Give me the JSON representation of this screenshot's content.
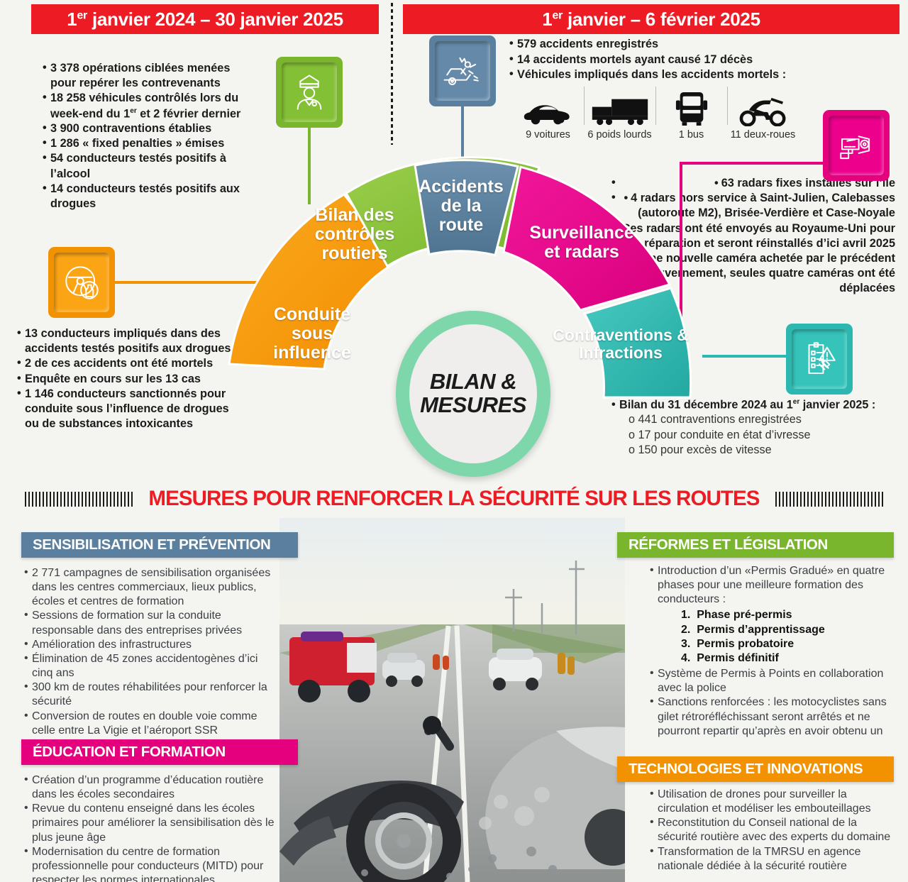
{
  "banners": {
    "left": "1er janvier 2024 – 30 janvier 2025",
    "right": "1er janvier – 6 février 2025"
  },
  "controls_list": [
    "3 378 opérations ciblées menées pour repérer les contrevenants",
    "18 258 véhicules contrôlés lors du week-end du 1er et 2 février dernier",
    "3 900 contraventions établies",
    "1 286 « fixed penalties » émises",
    "54 conducteurs testés positifs à l’alcool",
    "14 conducteurs testés positifs aux drogues"
  ],
  "drugs_list": [
    "13 conducteurs impliqués dans des accidents testés positifs aux drogues",
    "2 de ces accidents ont été mortels",
    "Enquête en cours sur les 13 cas",
    "1 146 conducteurs sanctionnés pour conduite sous l’influence de drogues ou de substances intoxicantes"
  ],
  "accidents_list": [
    "579 accidents enregistrés",
    "14 accidents mortels ayant causé 17 décès",
    "Véhicules impliqués dans les accidents mortels :"
  ],
  "vehicles": [
    {
      "icon": "car-icon",
      "label": "9 voitures"
    },
    {
      "icon": "truck-icon",
      "label": "6 poids lourds"
    },
    {
      "icon": "bus-icon",
      "label": "1 bus"
    },
    {
      "icon": "scooter-icon",
      "label": "11 deux-roues"
    }
  ],
  "radars_list": [
    "63 radars fixes installés sur l’île",
    "4 radars hors service à Saint-Julien, Calebasses (autoroute M2), Brisée-Verdière et Case-Noyale",
    "Ces radars ont été envoyés au Royaume-Uni pour réparation et seront réinstallés d’ici avril 2025",
    "Aucune nouvelle caméra achetée par le précédent gouvernement, seules quatre caméras ont été déplacées"
  ],
  "contraventions": {
    "heading": "Bilan du 31 décembre 2024 au 1er janvier 2025 :",
    "items": [
      "o 441 contraventions enregistrées",
      "o 17 pour conduite en état d’ivresse",
      "o 150 pour excès de vitesse"
    ]
  },
  "wheel": {
    "hub": "BILAN & MESURES",
    "segments": [
      {
        "name": "accidents",
        "label": "Accidents\nde la\nroute",
        "color": "#5b7f9e"
      },
      {
        "name": "controles",
        "label": "Bilan des\ncontrôles\nroutiers",
        "color": "#8cc63f"
      },
      {
        "name": "conduite",
        "label": "Conduite\nsous\ninfluence",
        "color": "#f7941e"
      },
      {
        "name": "surveillance",
        "label": "Surveillance\net radars",
        "color": "#ec008c"
      },
      {
        "name": "contraventions",
        "label": "Contraventions &\nInfractions",
        "color": "#2cb8b0"
      }
    ]
  },
  "measures_title": "MESURES POUR RENFORCER LA SÉCURITÉ SUR LES ROUTES",
  "sections": {
    "sensibilisation": {
      "title": "SENSIBILISATION ET PRÉVENTION",
      "color": "#5b7f9e",
      "items": [
        "2 771 campagnes de sensibilisation organisées dans les centres commerciaux, lieux publics, écoles et centres de formation",
        "Sessions de formation sur la conduite responsable dans des entreprises privées",
        "Amélioration des infrastructures",
        "Élimination de 45 zones accidentogènes d’ici cinq ans",
        "300 km de routes réhabilitées pour renforcer la sécurité",
        "Conversion de routes en double voie comme celle entre La Vigie et l’aéroport SSR"
      ]
    },
    "education": {
      "title": "ÉDUCATION ET FORMATION",
      "color": "#e5007e",
      "items": [
        "Création d’un programme d’éducation routière dans les écoles secondaires",
        "Revue du contenu enseigné dans les écoles primaires pour améliorer la sensibilisation dès le plus jeune âge",
        "Modernisation du centre de formation professionnelle pour conducteurs (MITD) pour respecter les normes internationales"
      ]
    },
    "reformes": {
      "title": "RÉFORMES ET LÉGISLATION",
      "color": "#7ab62d",
      "intro": "Introduction d’un «Permis Gradué» en quatre phases pour une meilleure formation des conducteurs :",
      "phases": [
        "Phase pré-permis",
        "Permis d’apprentissage",
        "Permis probatoire",
        "Permis définitif"
      ],
      "items": [
        "Système de Permis à Points en collaboration avec la police",
        "Sanctions renforcées : les motocyclistes sans gilet rétroréfléchissant seront arrêtés et ne pourront repartir qu’après en avoir obtenu un"
      ]
    },
    "technologies": {
      "title": "TECHNOLOGIES ET INNOVATIONS",
      "color": "#f39200",
      "items": [
        "Utilisation de drones pour surveiller la circulation et modéliser les embouteillages",
        "Reconstitution du Conseil national de la sécurité routière avec des experts du domaine",
        "Transformation de la TMRSU en agence nationale dédiée à la sécurité routière"
      ]
    }
  },
  "icons": {
    "police": "police-officer-icon",
    "accident": "car-crash-icon",
    "alcohol": "steering-wheel-bottle-icon",
    "radar": "speed-camera-icon",
    "ticket": "ticket-gavel-icon"
  },
  "colors": {
    "red": "#ed1c24",
    "blue": "#5b7f9e",
    "green": "#7ab62d",
    "orange": "#f39200",
    "magenta": "#e5007e",
    "teal": "#2cb8b0"
  }
}
